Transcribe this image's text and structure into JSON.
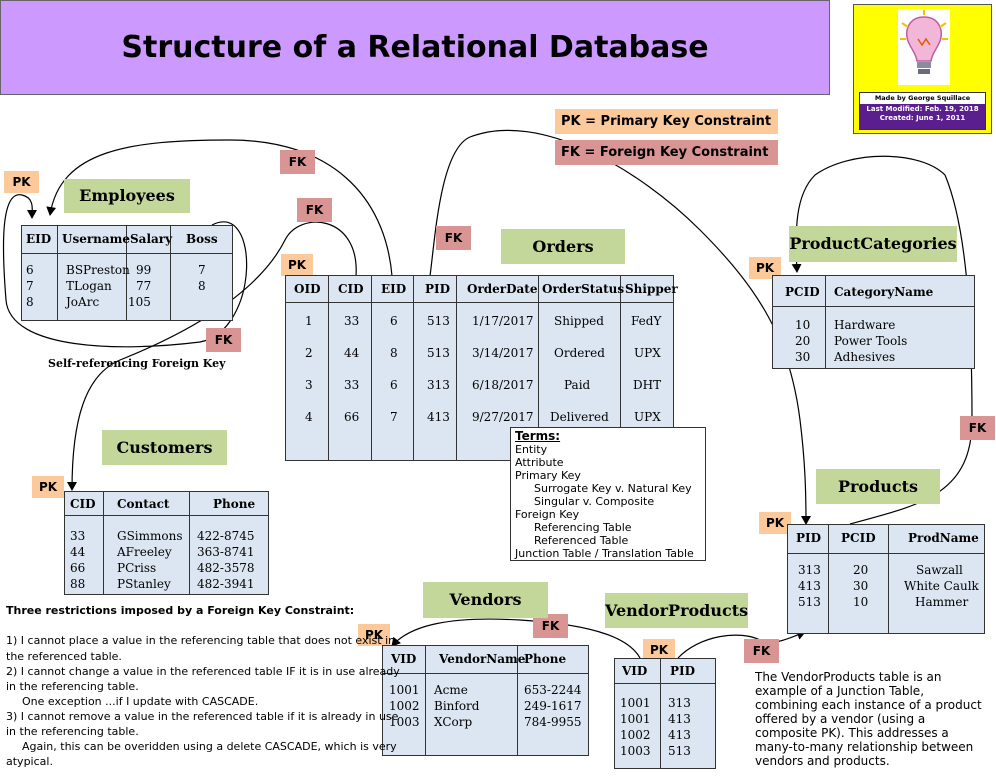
{
  "title": "Structure of a Relational Database",
  "badge": {
    "made_by": "Made by George Squillace",
    "last_modified": "Last Modified: Feb. 19, 2018",
    "created": "Created: June 1, 2011"
  },
  "legend": {
    "pk": "PK =  Primary Key Constraint",
    "fk": "FK = Foreign Key Constraint"
  },
  "markers": {
    "pk": "PK",
    "fk": "FK"
  },
  "employees": {
    "title": "Employees",
    "headers": [
      "EID",
      "Username",
      "Salary",
      "Boss"
    ],
    "rows": [
      [
        "6",
        "BSPreston",
        "99",
        "7"
      ],
      [
        "7",
        "TLogan",
        "77",
        "8"
      ],
      [
        "8",
        "JoArc",
        "105",
        ""
      ]
    ],
    "caption": "Self-referencing Foreign Key"
  },
  "orders": {
    "title": "Orders",
    "headers": [
      "OID",
      "CID",
      "EID",
      "PID",
      "OrderDate",
      "OrderStatus",
      "Shipper"
    ],
    "rows": [
      [
        "1",
        "33",
        "6",
        "513",
        "1/17/2017",
        "Shipped",
        "FedY"
      ],
      [
        "2",
        "44",
        "8",
        "513",
        "3/14/2017",
        "Ordered",
        "UPX"
      ],
      [
        "3",
        "33",
        "6",
        "313",
        "6/18/2017",
        "Paid",
        "DHT"
      ],
      [
        "4",
        "66",
        "7",
        "413",
        "9/27/2017",
        "Delivered",
        "UPX"
      ]
    ]
  },
  "product_categories": {
    "title": "ProductCategories",
    "headers": [
      "PCID",
      "CategoryName"
    ],
    "rows": [
      [
        "10",
        "Hardware"
      ],
      [
        "20",
        "Power Tools"
      ],
      [
        "30",
        "Adhesives"
      ]
    ]
  },
  "customers": {
    "title": "Customers",
    "headers": [
      "CID",
      "Contact",
      "Phone"
    ],
    "rows": [
      [
        "33",
        "GSimmons",
        "422-8745"
      ],
      [
        "44",
        "AFreeley",
        "363-8741"
      ],
      [
        "66",
        "PCriss",
        "482-3578"
      ],
      [
        "88",
        "PStanley",
        "482-3941"
      ]
    ]
  },
  "products": {
    "title": "Products",
    "headers": [
      "PID",
      "PCID",
      "ProdName"
    ],
    "rows": [
      [
        "313",
        "20",
        "Sawzall"
      ],
      [
        "413",
        "30",
        "White Caulk"
      ],
      [
        "513",
        "10",
        "Hammer"
      ]
    ]
  },
  "vendors": {
    "title": "Vendors",
    "headers": [
      "VID",
      "VendorName",
      "Phone"
    ],
    "rows": [
      [
        "1001",
        "Acme",
        "653-2244"
      ],
      [
        "1002",
        "Binford",
        "249-1617"
      ],
      [
        "1003",
        "XCorp",
        "784-9955"
      ]
    ]
  },
  "vendor_products": {
    "title": "VendorProducts",
    "headers": [
      "VID",
      "PID"
    ],
    "rows": [
      [
        "1001",
        "313"
      ],
      [
        "1001",
        "413"
      ],
      [
        "1002",
        "413"
      ],
      [
        "1003",
        "513"
      ]
    ]
  },
  "terms": {
    "heading": "Terms:",
    "items": [
      {
        "text": "Entity",
        "indent": 0
      },
      {
        "text": "Attribute",
        "indent": 0
      },
      {
        "text": "Primary Key",
        "indent": 0
      },
      {
        "text": "Surrogate Key v. Natural Key",
        "indent": 1
      },
      {
        "text": "Singular v. Composite",
        "indent": 1
      },
      {
        "text": "Foreign Key",
        "indent": 0
      },
      {
        "text": "Referencing Table",
        "indent": 1
      },
      {
        "text": "Referenced Table",
        "indent": 1
      },
      {
        "text": "Junction Table / Translation Table",
        "indent": 0
      }
    ]
  },
  "restrictions": {
    "heading": "Three restrictions imposed by a Foreign Key Constraint:",
    "lines": [
      "1) I cannot place a value in the referencing table that does not exist in",
      "the referenced table.",
      "2) I cannot change a value in the referenced table IF it is in use already",
      "in the referencing table.",
      "One exception ...if I update with CASCADE.",
      "3) I cannot remove a value in the referenced table if it is already in use",
      "in the referencing table.",
      "Again, this can be overidden using a delete CASCADE, which is very",
      "atypical."
    ]
  },
  "junction_note": {
    "lines": [
      "The VendorProducts table is an",
      "example of a Junction Table,",
      "combining each instance of a product",
      "offered by a vendor (using a",
      "composite PK).  This addresses a",
      "many-to-many relationship between",
      "vendors and products."
    ]
  }
}
